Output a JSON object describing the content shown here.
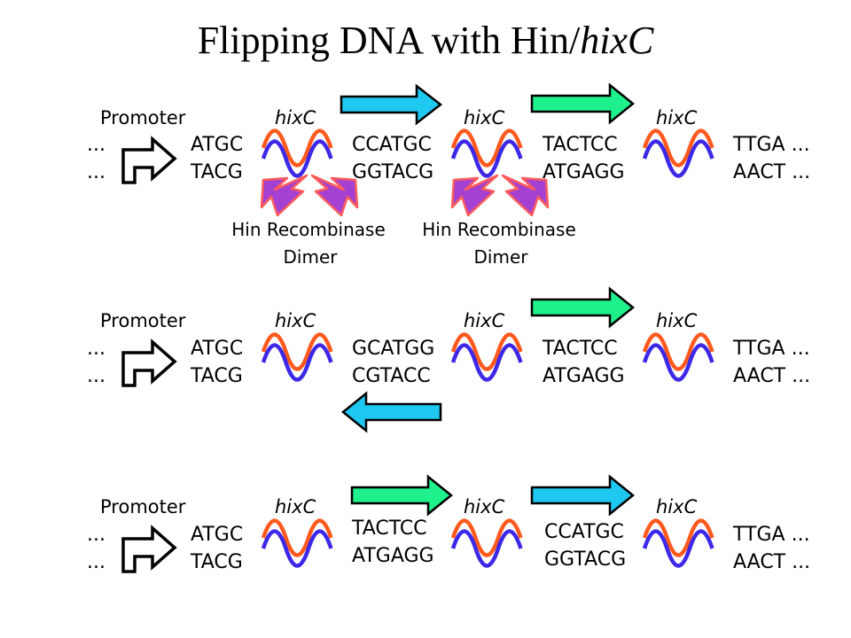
{
  "title": {
    "main": "Flipping DNA with Hin/",
    "italic": "hixC"
  },
  "labels": {
    "promoter": "Promoter",
    "hixc": "hixC",
    "ellipsis": "...",
    "hin_line1": "Hin Recombinase",
    "hin_line2": "Dimer"
  },
  "colors": {
    "strand_orange": "#ff5a1e",
    "strand_blue": "#3c28e6",
    "arrow_cyan": "#1ec8f0",
    "arrow_green": "#1ef08c",
    "recombinase": "#a541d2",
    "recombinase_outline": "#ff5a5a"
  },
  "rows": [
    {
      "segments": [
        {
          "top": "ATGC",
          "bottom": "TACG"
        },
        {
          "top": "CCATGC",
          "bottom": "GGTACG"
        },
        {
          "top": "TACTCC",
          "bottom": "ATGAGG"
        },
        {
          "top": "TTGA ...",
          "bottom": "AACT ..."
        }
      ]
    },
    {
      "segments": [
        {
          "top": "ATGC",
          "bottom": "TACG"
        },
        {
          "top": "GCATGG",
          "bottom": "CGTACC"
        },
        {
          "top": "TACTCC",
          "bottom": "ATGAGG"
        },
        {
          "top": "TTGA ...",
          "bottom": "AACT ..."
        }
      ]
    },
    {
      "segments": [
        {
          "top": "ATGC",
          "bottom": "TACG"
        },
        {
          "top": "TACTCC",
          "bottom": "ATGAGG"
        },
        {
          "top": "CCATGC",
          "bottom": "GGTACG"
        },
        {
          "top": "TTGA ...",
          "bottom": "AACT ..."
        }
      ]
    }
  ]
}
